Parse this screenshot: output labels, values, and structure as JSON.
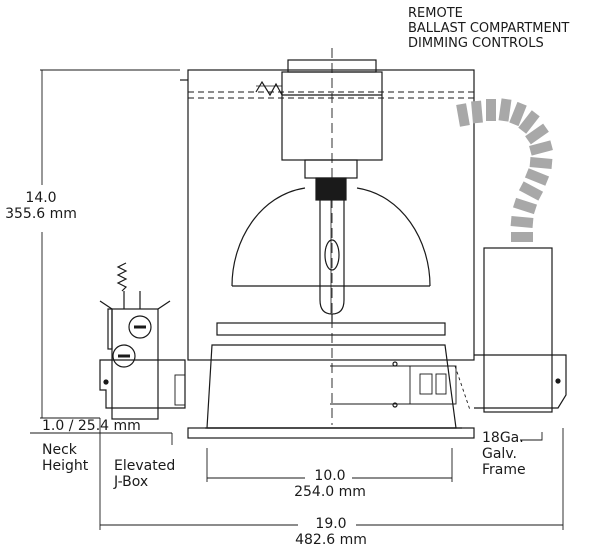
{
  "labels": {
    "remote": [
      "REMOTE",
      "BALLAST COMPARTMENT",
      "DIMMING CONTROLS"
    ],
    "height_in": "14.0",
    "height_mm": "355.6 mm",
    "neck": "1.0 / 25.4 mm",
    "neck_height": [
      "Neck",
      "Height"
    ],
    "jbox": [
      "Elevated",
      "J-Box"
    ],
    "frame": [
      "18Ga.",
      "Galv.",
      "Frame"
    ],
    "inner_width_in": "10.0",
    "inner_width_mm": "254.0 mm",
    "outer_width_in": "19.0",
    "outer_width_mm": "482.6 mm"
  },
  "colors": {
    "line": "#1a1a1a",
    "conduit": "#a8a8a8",
    "paper": "#ffffff"
  }
}
